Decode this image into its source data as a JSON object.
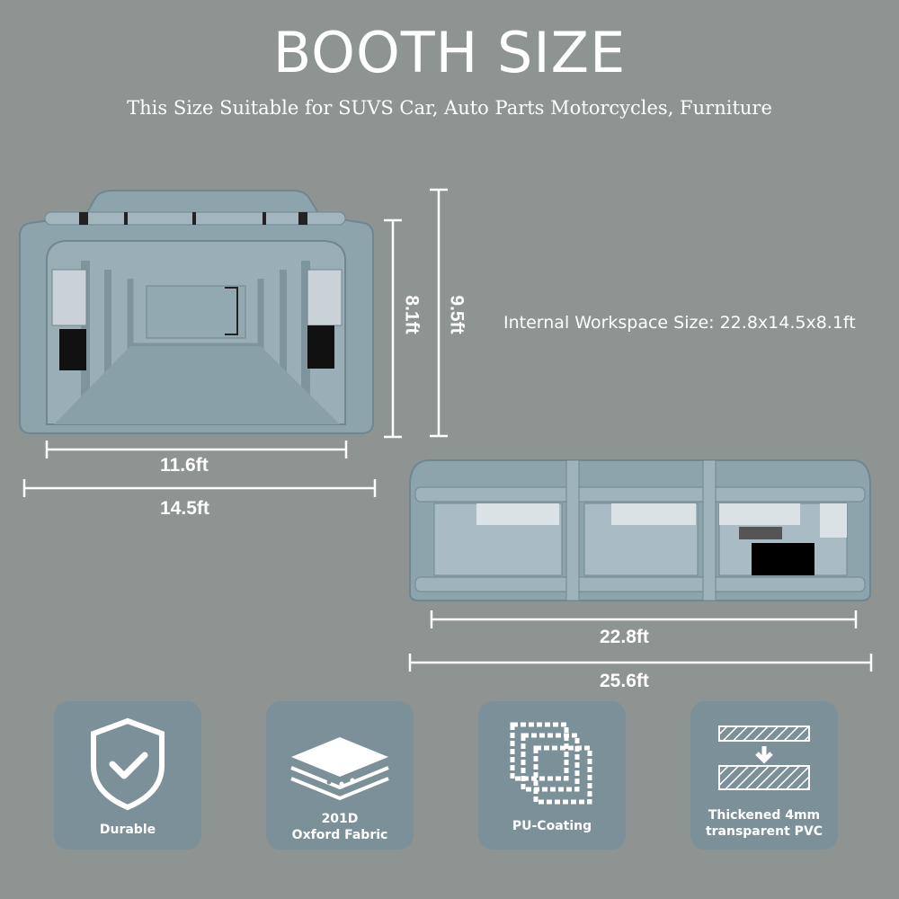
{
  "header": {
    "title": "BOOTH SIZE",
    "subtitle": "This Size Suitable for SUVS Car, Auto Parts Motorcycles, Furniture"
  },
  "dimensions": {
    "inner_width": "11.6ft",
    "outer_width": "14.5ft",
    "inner_height": "8.1ft",
    "outer_height": "9.5ft",
    "inner_length": "22.8ft",
    "outer_length": "25.6ft"
  },
  "workspace_text": "Internal Workspace Size: 22.8x14.5x8.1ft",
  "features": [
    {
      "label_1": "Durable",
      "label_2": "",
      "icon": "shield-check-icon"
    },
    {
      "label_1": "201D",
      "label_2": "Oxford Fabric",
      "icon": "fabric-layers-icon"
    },
    {
      "label_1": "PU-Coating",
      "label_2": "",
      "icon": "coating-sheets-icon"
    },
    {
      "label_1": "Thickened 4mm",
      "label_2": "transparent PVC",
      "icon": "pvc-thickness-icon"
    }
  ],
  "colors": {
    "background": "#8e9492",
    "booth": "#8ea4ad",
    "feature_card": "#7b9099",
    "text": "#ffffff"
  }
}
